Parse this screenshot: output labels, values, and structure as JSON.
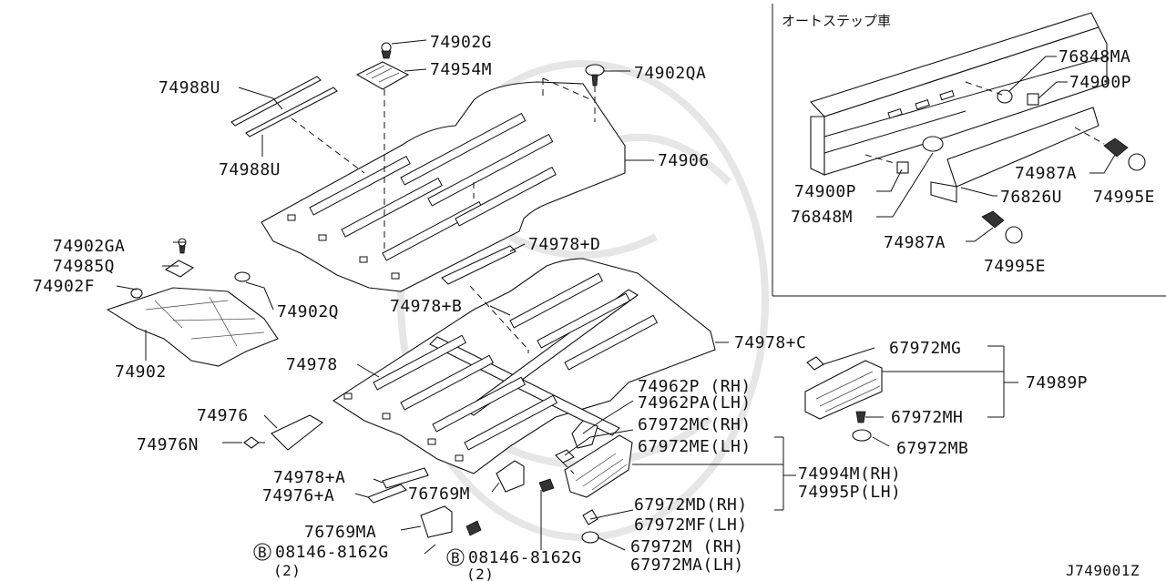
{
  "diagram_id": "J749001Z",
  "inset": {
    "title": "オートステップ車"
  },
  "labels": {
    "l74902G": "74902G",
    "l74954M": "74954M",
    "l74902QA": "74902QA",
    "l74988U_a": "74988U",
    "l74988U_b": "74988U",
    "l74906": "74906",
    "l74902GA": "74902GA",
    "l74985Q": "74985Q",
    "l74902F": "74902F",
    "l74902Q": "74902Q",
    "l74902": "74902",
    "l74978D": "74978+D",
    "l74978B": "74978+B",
    "l74978C": "74978+C",
    "l74978": "74978",
    "l74976": "74976",
    "l74976N": "74976N",
    "l74978A": "74978+A",
    "l74976A": "74976+A",
    "l76769M": "76769M",
    "l76769MA": "76769MA",
    "l08146a": "08146-8162G",
    "l08146a_qty": "(2)",
    "l08146b": "08146-8162G",
    "l08146b_qty": "(2)",
    "bolt_marker": "B",
    "l74962P": "74962P (RH)",
    "l74962PA": "74962PA(LH)",
    "l67972MC": "67972MC(RH)",
    "l67972ME": "67972ME(LH)",
    "l74994M": "74994M(RH)",
    "l74995P": "74995P(LH)",
    "l67972MD": "67972MD(RH)",
    "l67972MF": "67972MF(LH)",
    "l67972M": "67972M (RH)",
    "l67972MA": "67972MA(LH)",
    "l67972MG": "67972MG",
    "l74989P": "74989P",
    "l67972MH": "67972MH",
    "l67972MB": "67972MB",
    "l76848MA": "76848MA",
    "l74900P_a": "74900P",
    "l74900P_b": "74900P",
    "l76848M": "76848M",
    "l74987A_a": "74987A",
    "l74987A_b": "74987A",
    "l74995E_a": "74995E",
    "l74995E_b": "74995E",
    "l76826U": "76826U"
  }
}
